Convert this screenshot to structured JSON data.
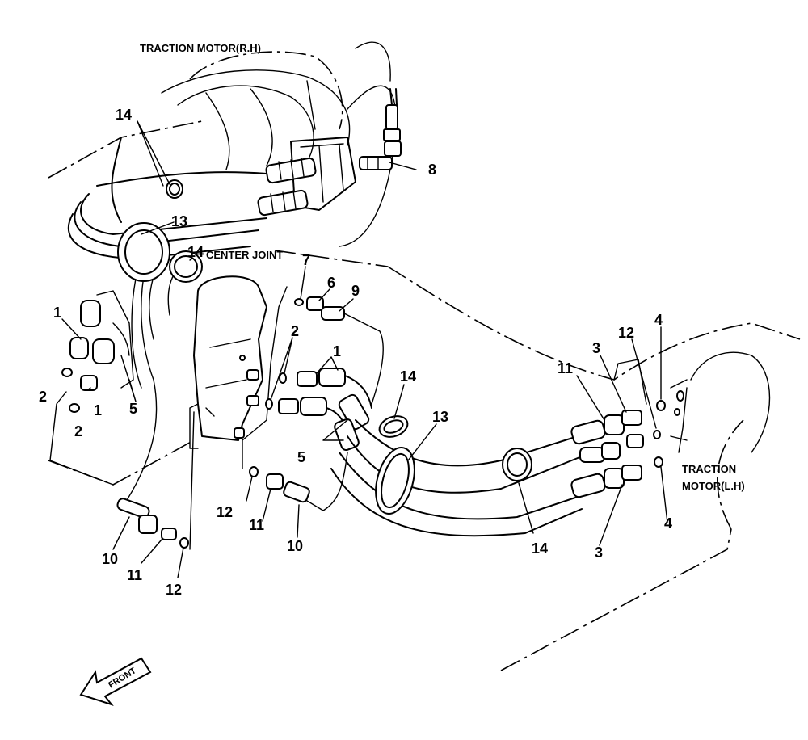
{
  "labels": {
    "motor_rh": "TRACTION MOTOR(R.H)",
    "center_joint": "CENTER JOINT",
    "motor_lh_1": "TRACTION",
    "motor_lh_2": "MOTOR(L.H)",
    "front": "FRONT"
  },
  "callouts": [
    "1",
    "1",
    "1",
    "2",
    "2",
    "2",
    "3",
    "3",
    "4",
    "4",
    "5",
    "5",
    "6",
    "7",
    "8",
    "9",
    "10",
    "10",
    "11",
    "11",
    "11",
    "12",
    "12",
    "12",
    "13",
    "13",
    "14",
    "14",
    "14",
    "14"
  ]
}
